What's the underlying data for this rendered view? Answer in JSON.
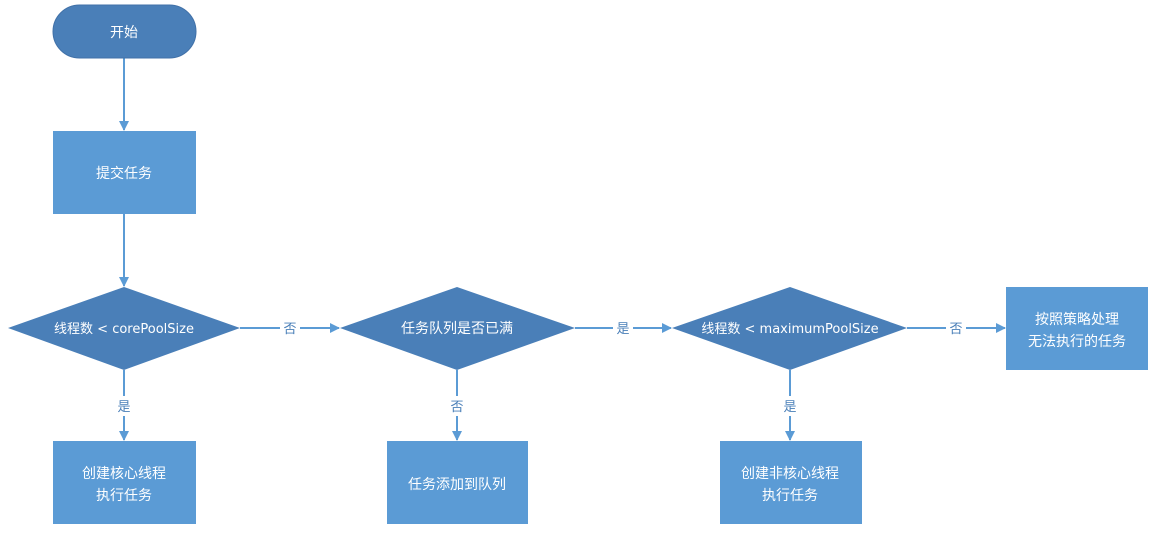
{
  "nodes": {
    "start": "开始",
    "submit": "提交任务",
    "check_core": "线程数 < corePoolSize",
    "check_queue": "任务队列是否已满",
    "check_max": "线程数 < maximumPoolSize",
    "reject": [
      "按照策略处理",
      "无法执行的任务"
    ],
    "create_core": [
      "创建核心线程",
      "执行任务"
    ],
    "enqueue": "任务添加到队列",
    "create_noncore": [
      "创建非核心线程",
      "执行任务"
    ]
  },
  "edges": {
    "core_no": "否",
    "core_yes": "是",
    "queue_yes": "是",
    "queue_no": "否",
    "max_no": "否",
    "max_yes": "是"
  },
  "colors": {
    "rect": "#5b9bd5",
    "diamond": "#4a7fb8",
    "line": "#5b9bd5"
  }
}
